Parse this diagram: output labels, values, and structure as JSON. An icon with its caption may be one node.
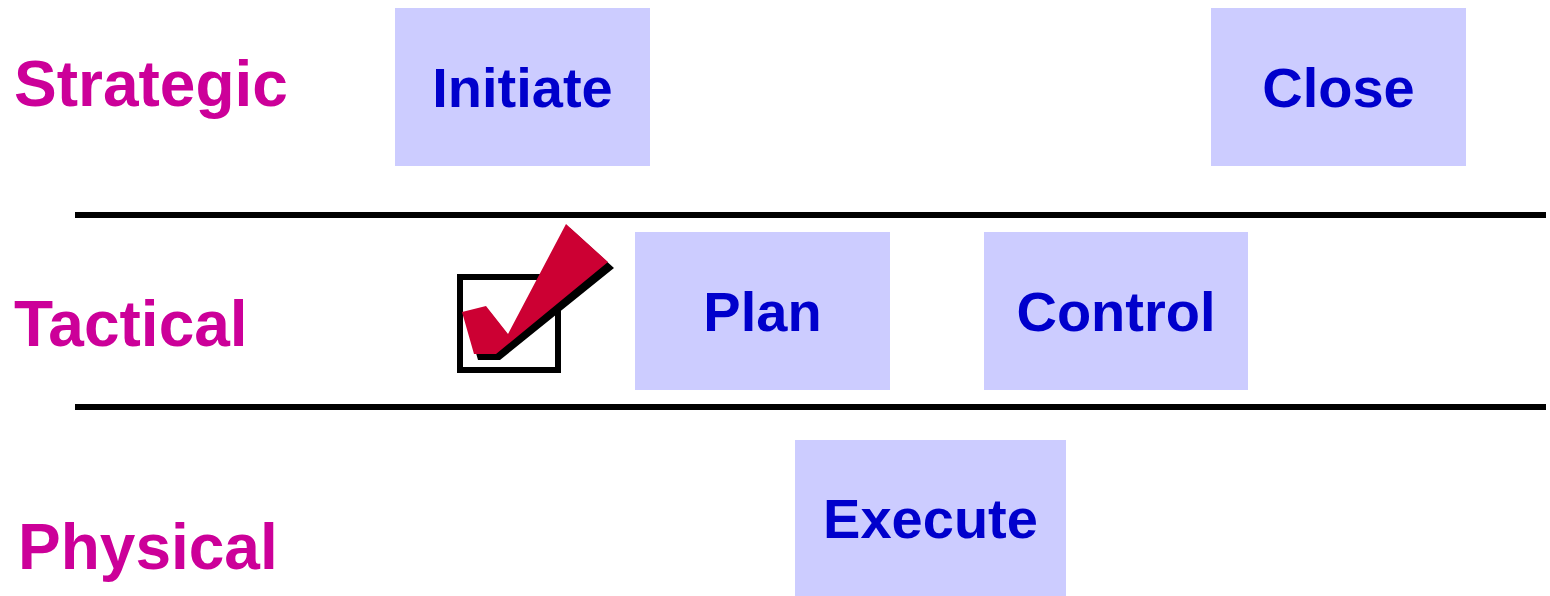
{
  "diagram": {
    "nodes": [
      {
        "text": [
          "Initiate"
        ]
      },
      {
        "text": [
          "Close"
        ]
      },
      {
        "text": [
          "Plan"
        ]
      },
      {
        "text": [
          "Control"
        ]
      },
      {
        "text": [
          "Execute"
        ]
      }
    ],
    "labels": [
      "Strategic",
      "Tactical",
      "Physical"
    ]
  }
}
